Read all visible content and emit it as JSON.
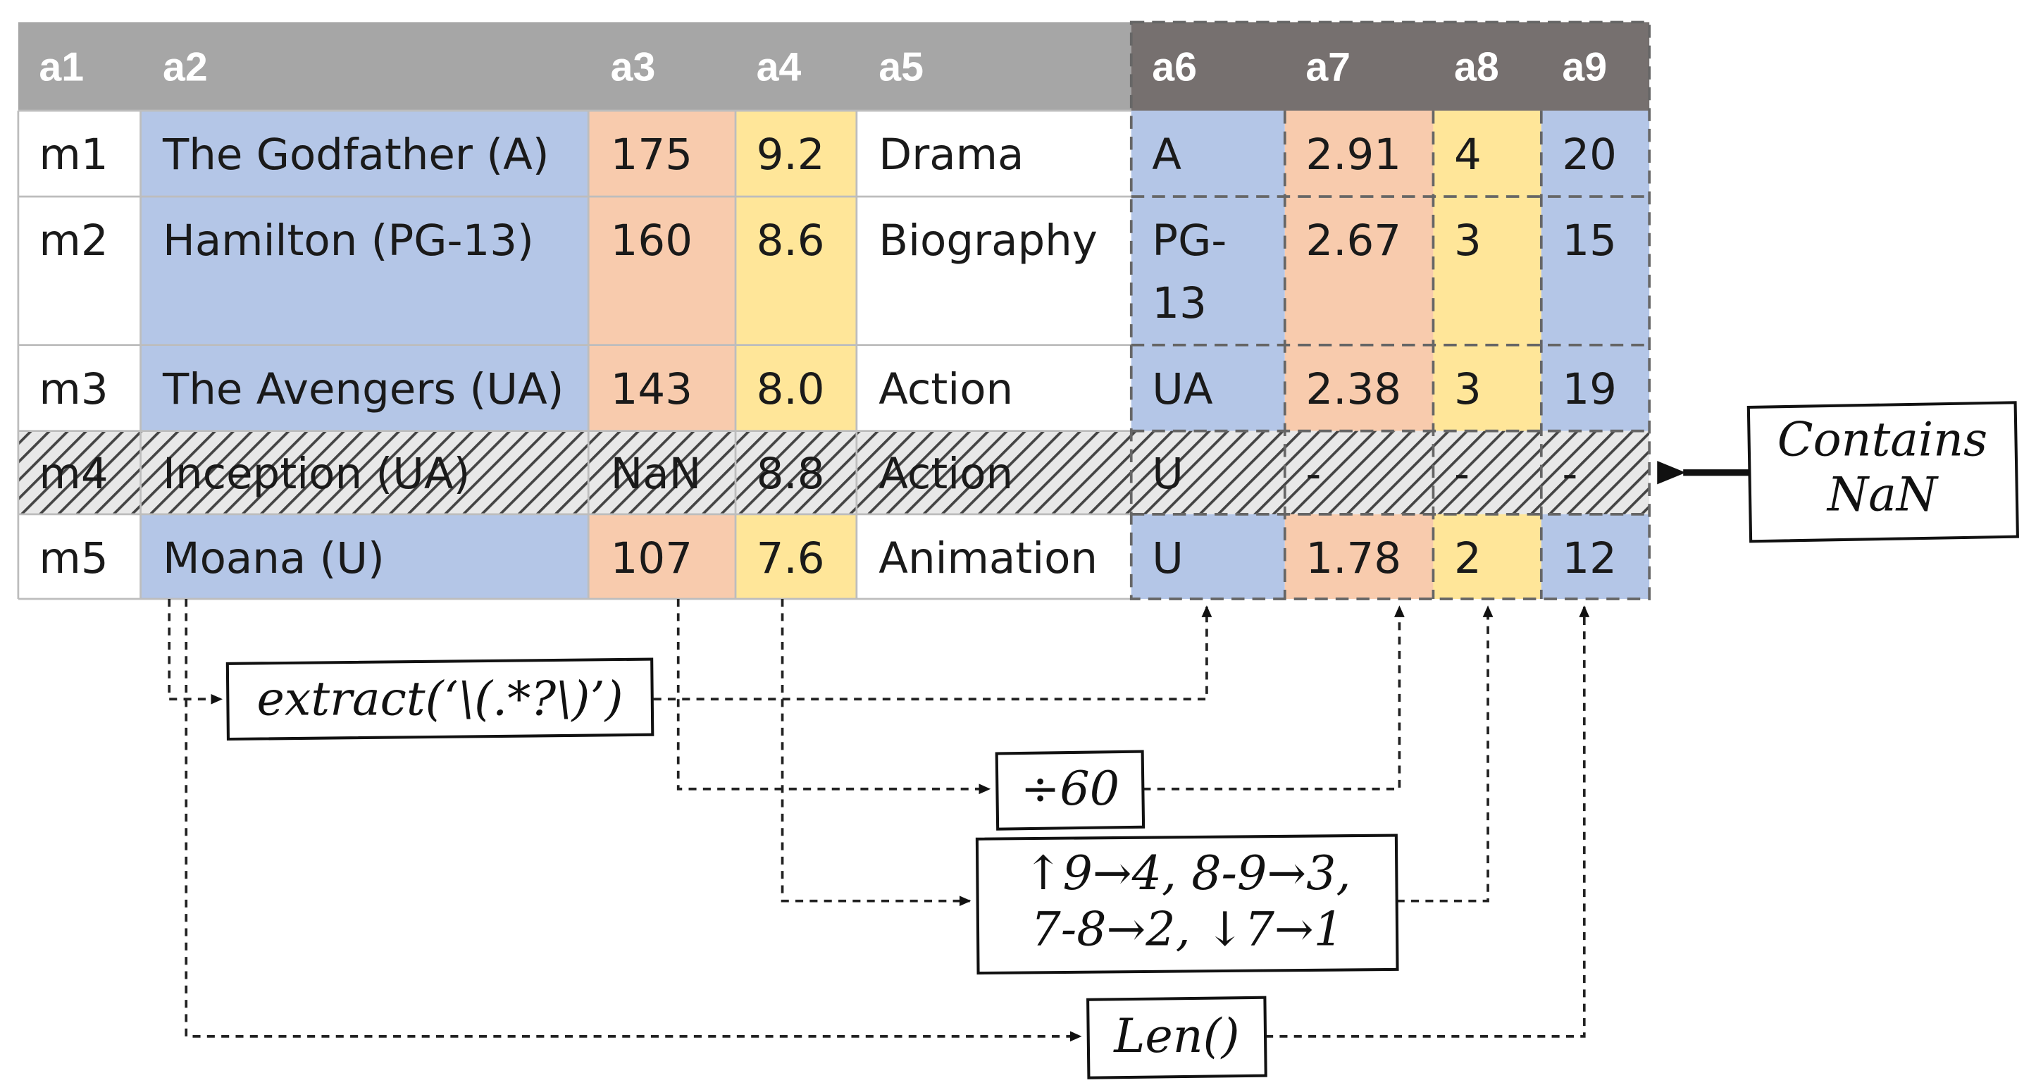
{
  "table": {
    "headers": [
      "a1",
      "a2",
      "a3",
      "a4",
      "a5",
      "a6",
      "a7",
      "a8",
      "a9"
    ],
    "rows": [
      [
        "m1",
        "The Godfather (A)",
        "175",
        "9.2",
        "Drama",
        "A",
        "2.91",
        "4",
        "20"
      ],
      [
        "m2",
        "Hamilton (PG-13)",
        "160",
        "8.6",
        "Biography",
        "PG-13",
        "2.67",
        "3",
        "15"
      ],
      [
        "m3",
        "The Avengers (UA)",
        "143",
        "8.0",
        "Action",
        "UA",
        "2.38",
        "3",
        "19"
      ],
      [
        "m4",
        "Inception (UA)",
        "NaN",
        "8.8",
        "Action",
        "U",
        "-",
        "-",
        "-"
      ],
      [
        "m5",
        "Moana (U)",
        "107",
        "7.6",
        "Animation",
        "U",
        "1.78",
        "2",
        "12"
      ]
    ]
  },
  "annotation": {
    "nan_line1": "Contains",
    "nan_line2": "NaN"
  },
  "transforms": {
    "extract": "extract(‘\\(.*?\\)’)",
    "divide": "÷60",
    "bin_line1": "↑9→4, 8-9→3,",
    "bin_line2": "7-8→2, ↓7→1",
    "len": "Len()"
  },
  "colors": {
    "header_gray": "#a6a6a6",
    "header_dark": "#76706f",
    "blue": "#b4c6e7",
    "salmon": "#f8cbad",
    "yellow": "#ffe699"
  }
}
